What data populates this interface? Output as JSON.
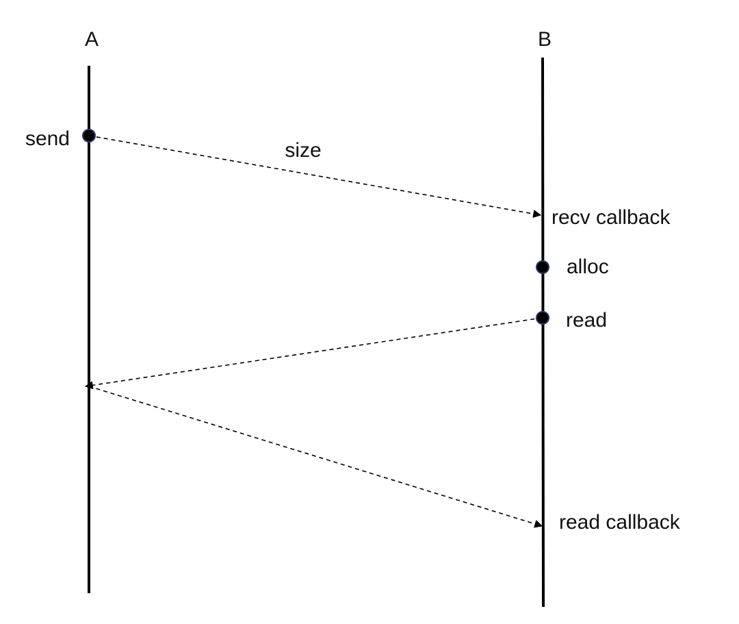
{
  "participants": [
    {
      "id": "A",
      "label": "A"
    },
    {
      "id": "B",
      "label": "B"
    }
  ],
  "events": [
    {
      "id": "send",
      "label": "send",
      "lifeline": "A"
    },
    {
      "id": "recv_callback",
      "label": "recv callback",
      "lifeline": "B"
    },
    {
      "id": "alloc",
      "label": "alloc",
      "lifeline": "B"
    },
    {
      "id": "read",
      "label": "read",
      "lifeline": "B"
    },
    {
      "id": "read_callback",
      "label": "read callback",
      "lifeline": "B"
    }
  ],
  "messages": [
    {
      "id": "msg-size",
      "from": "A",
      "to": "B",
      "label": "size"
    },
    {
      "id": "msg-read-request",
      "from": "B",
      "to": "A",
      "label": ""
    },
    {
      "id": "msg-read-data",
      "from": "A",
      "to": "B",
      "label": ""
    }
  ],
  "colors": {
    "line": "#000000",
    "dot_fill": "#000000",
    "dot_stroke": "#2a3a66",
    "text": "#111111"
  }
}
